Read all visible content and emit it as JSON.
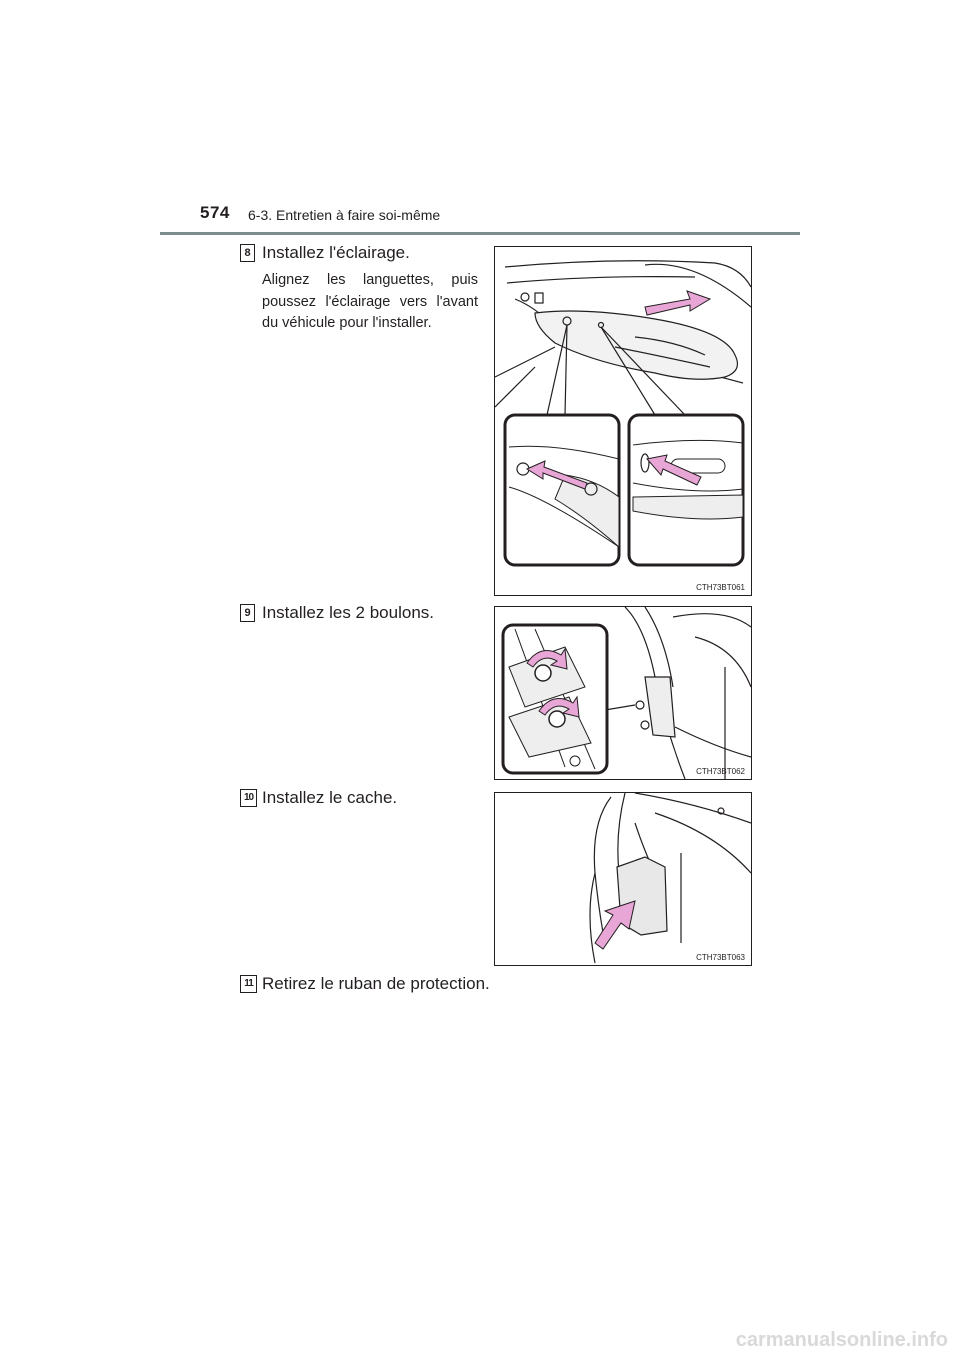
{
  "header": {
    "page_number": "574",
    "section": "6-3. Entretien à faire soi-même"
  },
  "steps": [
    {
      "number": "8",
      "title": "Installez l'éclairage.",
      "description": "Alignez les languettes, puis poussez l'éclairage vers l'avant du véhicule pour l'installer.",
      "figure_code": "CTH73BT061"
    },
    {
      "number": "9",
      "title": "Installez les 2 boulons.",
      "figure_code": "CTH73BT062"
    },
    {
      "number": "10",
      "title": "Installez le cache.",
      "figure_code": "CTH73BT063"
    },
    {
      "number": "11",
      "title": "Retirez le ruban de protection."
    }
  ],
  "watermark": "carmanualsonline.info",
  "colors": {
    "rule": "#7f8c8d",
    "arrow": "#e8a6d6",
    "line": "#231f20"
  }
}
